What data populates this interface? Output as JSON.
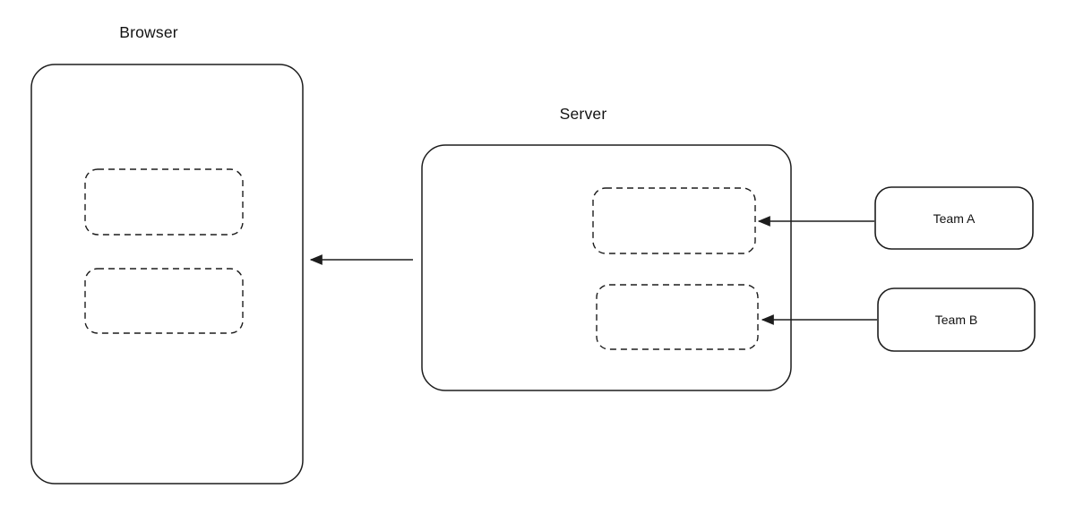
{
  "diagram": {
    "background": "#ffffff",
    "stroke_color": "#1d1d1d",
    "nodes": {
      "browser": {
        "label": "Browser",
        "slot_count": 2,
        "border": "solid"
      },
      "server": {
        "label": "Server",
        "slot_count": 2,
        "border": "solid"
      },
      "team_a": {
        "label": "Team A",
        "border": "solid"
      },
      "team_b": {
        "label": "Team B",
        "border": "solid"
      }
    },
    "edges": [
      {
        "from": "server",
        "to": "browser",
        "style": "arrow-left"
      },
      {
        "from": "team_a",
        "to": "server-slot-1",
        "style": "arrow-left"
      },
      {
        "from": "team_b",
        "to": "server-slot-2",
        "style": "arrow-left"
      }
    ]
  }
}
